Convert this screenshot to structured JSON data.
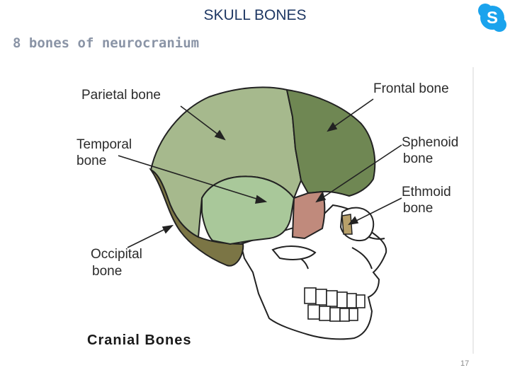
{
  "slide": {
    "title": "SKULL BONES",
    "subtitle": "8 bones of neurocranium",
    "page_number": "17"
  },
  "logo": {
    "icon": "skype-icon",
    "letter": "S",
    "color": "#1aa3ed"
  },
  "diagram": {
    "labels": {
      "parietal": "Parietal bone",
      "frontal": "Frontal bone",
      "temporal_1": "Temporal",
      "temporal_2": "bone",
      "sphenoid_1": "Sphenoid",
      "sphenoid_2": "bone",
      "ethmoid_1": "Ethmoid",
      "ethmoid_2": "bone",
      "occipital_1": "Occipital",
      "occipital_2": "bone"
    },
    "caption": "Cranial Bones",
    "colors": {
      "parietal": "#a6b98d",
      "frontal": "#6f8753",
      "temporal": "#a9c89a",
      "occipital": "#7b7545",
      "sphenoid": "#c08a7c",
      "ethmoid": "#b8a06a"
    }
  }
}
